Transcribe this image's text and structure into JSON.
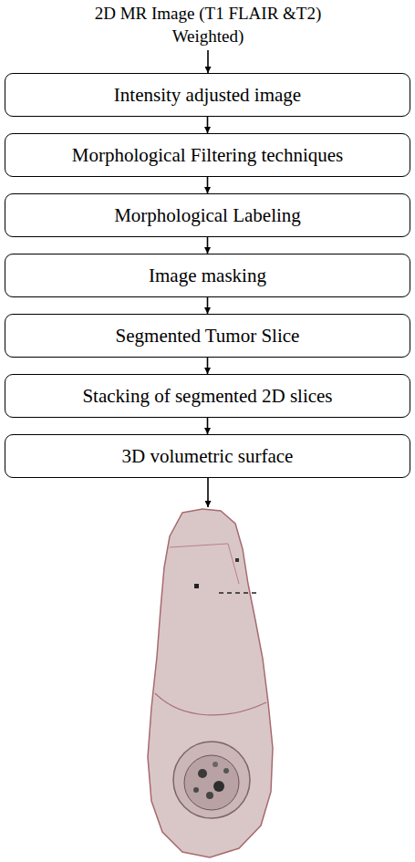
{
  "diagram": {
    "nodes": [
      {
        "text": [
          "Intensity adjusted image"
        ]
      },
      {
        "text": [
          "Morphological Filtering techniques"
        ]
      },
      {
        "text": [
          "Morphological Labeling"
        ]
      },
      {
        "text": [
          "Image masking"
        ]
      },
      {
        "text": [
          "Segmented Tumor Slice"
        ]
      },
      {
        "text": [
          "Stacking of segmented 2D slices"
        ]
      },
      {
        "text": [
          "3D volumetric surface"
        ]
      }
    ],
    "edges": [
      {
        "from": 0,
        "to": 1,
        "arrow": "to"
      },
      {
        "from": 1,
        "to": 2,
        "arrow": "to"
      },
      {
        "from": 2,
        "to": 3,
        "arrow": "to"
      },
      {
        "from": 3,
        "to": 4,
        "arrow": "to"
      },
      {
        "from": 4,
        "to": 5,
        "arrow": "to"
      },
      {
        "from": 5,
        "to": 6,
        "arrow": "to"
      }
    ],
    "labels": [
      "2D MR Image (T1 FLAIR &T2) Weighted)"
    ]
  }
}
